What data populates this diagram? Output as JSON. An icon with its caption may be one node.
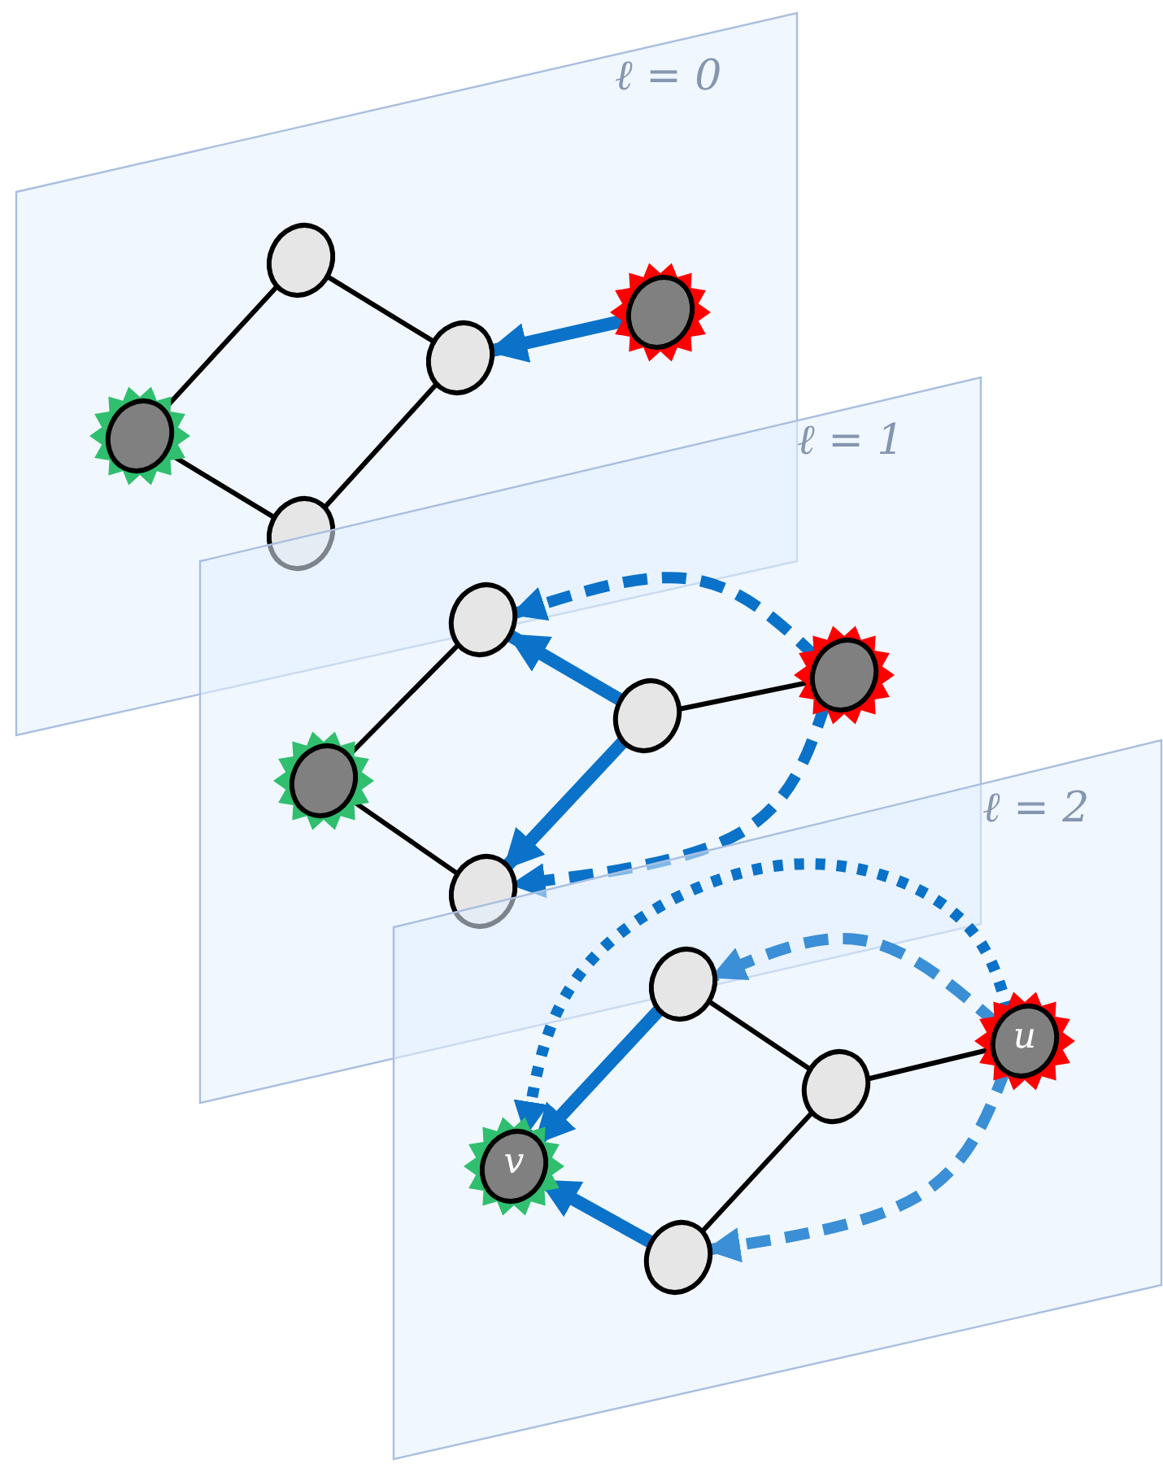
{
  "diagram": {
    "nodes": [
      {
        "text": [
          "ℓ = 0"
        ]
      },
      {
        "text": [],
        "shape": "circle",
        "in": 0
      },
      {
        "text": [],
        "shape": "circle",
        "in": 0
      },
      {
        "text": [],
        "shape": "circle",
        "in": 0
      },
      {
        "text": [],
        "shape": "circle",
        "in": 0
      },
      {
        "text": [],
        "shape": "circle",
        "in": 0
      },
      {
        "text": [
          "ℓ = 1"
        ]
      },
      {
        "text": [],
        "shape": "circle"
      },
      {
        "text": [],
        "shape": "circle",
        "in": 6
      },
      {
        "text": [],
        "shape": "circle",
        "in": 6
      },
      {
        "text": [],
        "shape": "circle",
        "in": 6
      },
      {
        "text": [],
        "shape": "circle",
        "in": 6
      },
      {
        "text": [
          "ℓ = 2"
        ]
      },
      {
        "text": [],
        "shape": "circle"
      },
      {
        "text": [
          "u"
        ],
        "in": 12
      },
      {
        "text": [],
        "shape": "circle",
        "in": 12
      },
      {
        "text": [
          "v"
        ],
        "in": 12
      },
      {
        "text": [],
        "shape": "circle",
        "in": 12
      }
    ],
    "edges": [
      {
        "from": 4,
        "to": 1,
        "arrow": "none"
      },
      {
        "from": 4,
        "to": 5,
        "arrow": "none"
      },
      {
        "from": 1,
        "to": 3,
        "arrow": "none"
      },
      {
        "from": 3,
        "to": 5,
        "arrow": "none"
      },
      {
        "from": 2,
        "to": 3,
        "arrow": "to",
        "style": "thick",
        "color": "#0a72c8"
      },
      {
        "from": 10,
        "to": 7,
        "arrow": "none"
      },
      {
        "from": 10,
        "to": 11,
        "arrow": "none"
      },
      {
        "from": 9,
        "to": 8,
        "arrow": "none"
      },
      {
        "from": 9,
        "to": 7,
        "arrow": "to",
        "style": "thick",
        "color": "#0a72c8"
      },
      {
        "from": 9,
        "to": 11,
        "arrow": "to",
        "style": "thick",
        "color": "#0a72c8"
      },
      {
        "from": 8,
        "to": 7,
        "arrow": "to",
        "style": "dashed",
        "color": "#0a72c8"
      },
      {
        "from": 8,
        "to": 11,
        "arrow": "to",
        "style": "dashed",
        "color": "#0a72c8"
      },
      {
        "from": 13,
        "to": 15,
        "arrow": "none"
      },
      {
        "from": 15,
        "to": 14,
        "arrow": "none"
      },
      {
        "from": 15,
        "to": 17,
        "arrow": "none"
      },
      {
        "from": 13,
        "to": 16,
        "arrow": "to",
        "style": "thick",
        "color": "#0a72c8"
      },
      {
        "from": 17,
        "to": 16,
        "arrow": "to",
        "style": "thick",
        "color": "#0a72c8"
      },
      {
        "from": 14,
        "to": 13,
        "arrow": "to",
        "style": "dashed",
        "color": "#3a8fd6"
      },
      {
        "from": 14,
        "to": 17,
        "arrow": "to",
        "style": "dashed",
        "color": "#3a8fd6"
      },
      {
        "from": 14,
        "to": 16,
        "arrow": "to",
        "style": "dashed",
        "color": "#0a72c8"
      }
    ]
  }
}
